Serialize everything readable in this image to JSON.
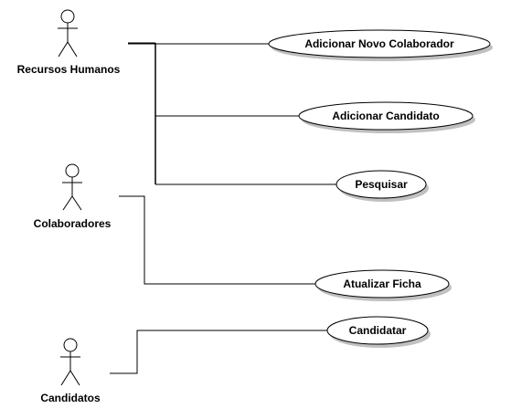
{
  "actors": [
    {
      "id": "rh",
      "label": "Recursos Humanos"
    },
    {
      "id": "colab",
      "label": "Colaboradores"
    },
    {
      "id": "cand",
      "label": "Candidatos"
    }
  ],
  "use_cases": [
    {
      "id": "uc1",
      "label": "Adicionar Novo Colaborador"
    },
    {
      "id": "uc2",
      "label": "Adicionar Candidato"
    },
    {
      "id": "uc3",
      "label": "Pesquisar"
    },
    {
      "id": "uc4",
      "label": "Atualizar Ficha"
    },
    {
      "id": "uc5",
      "label": "Candidatar"
    }
  ],
  "colors": {
    "line": "#000000",
    "shadow": "#c0c0c0",
    "fill": "#ffffff"
  }
}
